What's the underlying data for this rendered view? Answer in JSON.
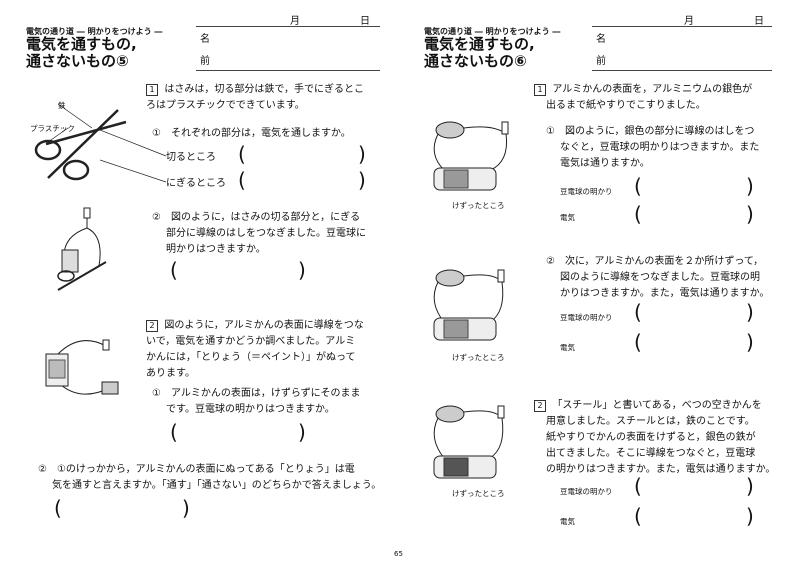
{
  "left": {
    "subtitle": "電気の通り道 ― 明かりをつけよう ―",
    "title1": "電気を通すもの,",
    "title2": "通さないもの⑤",
    "month": "月",
    "day": "日",
    "name1": "名",
    "name2": "前",
    "q1num": "1",
    "q1text1": "はさみは，切る部分は鉄で，手でにぎるとこ",
    "q1text2": "ろはプラスチックでできています。",
    "label_tetsu": "鉄",
    "label_plastic": "プラスチック",
    "q1sub1": "①　それぞれの部分は，電気を通しますか。",
    "kiru": "切るところ",
    "nigiru": "にぎるところ",
    "q1sub2a": "②　図のように，はさみの切る部分と，にぎる",
    "q1sub2b": "部分に導線のはしをつなぎました。豆電球に",
    "q1sub2c": "明かりはつきますか。",
    "q2num": "2",
    "q2text1": "図のように，アルミかんの表面に導線をつな",
    "q2text2": "いで，電気を通すかどうか調べました。アルミ",
    "q2text3": "かんには，「とりょう（＝ペイント）」がぬって",
    "q2text4": "あります。",
    "q2sub1a": "①　アルミかんの表面は，けずらずにそのまま",
    "q2sub1b": "です。豆電球の明かりはつきますか。",
    "q2sub2a": "②　①のけっかから，アルミかんの表面にぬってある「とりょう」は電",
    "q2sub2b": "気を通すと言えますか。「通す」「通さない」のどちらかで答えましょう。"
  },
  "right": {
    "subtitle": "電気の通り道 ― 明かりをつけよう ―",
    "title1": "電気を通すもの,",
    "title2": "通さないもの⑥",
    "month": "月",
    "day": "日",
    "name1": "名",
    "name2": "前",
    "q1num": "1",
    "q1text1": "アルミかんの表面を，アルミニウムの銀色が",
    "q1text2": "出るまで紙やすりでこすりました。",
    "q1sub1a": "①　図のように，銀色の部分に導線のはしをつ",
    "q1sub1b": "なぐと，豆電球の明かりはつきますか。また",
    "q1sub1c": "電気は通りますか。",
    "kezutta": "けずったところ",
    "bulb": "豆電球の明かり",
    "denki": "電気",
    "q1sub2a": "②　次に，アルミかんの表面を２か所けずって，",
    "q1sub2b": "図のように導線をつなぎました。豆電球の明",
    "q1sub2c": "かりはつきますか。また，電気は通りますか。",
    "q2num": "2",
    "q2text1": "「スチール」と書いてある，べつの空きかんを",
    "q2text2": "用意しました。スチールとは，鉄のことです。",
    "q2text3": "紙やすりでかんの表面をけずると，銀色の鉄が",
    "q2text4": "出てきました。そこに導線をつなぐと，豆電球",
    "q2text5": "の明かりはつきますか。また，電気は通りますか。"
  },
  "page_number": "65"
}
